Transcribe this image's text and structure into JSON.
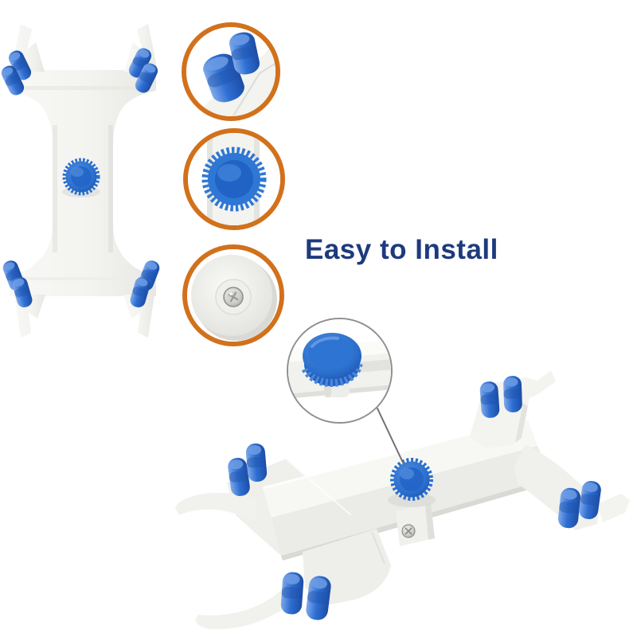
{
  "headline": {
    "text": "Easy to Install",
    "color": "#1e3a7e"
  },
  "palette": {
    "background": "#ffffff",
    "callout_ring_orange": "#d2711c",
    "callout_ring_gray": "#8f8f8f",
    "connector_line": "#707070",
    "plastic_white": "#f4f4f1",
    "plastic_shadow": "#e0e0dc",
    "peg_blue": "#2f6fd3",
    "peg_blue_dark": "#1c4da5",
    "peg_blue_light": "#7fa9e8",
    "knob_blue": "#2a6fce",
    "screw_silver": "#c6c6c2"
  },
  "figures": {
    "front_view": {
      "name": "clamp-front-view"
    },
    "perspective_view": {
      "name": "clamp-perspective-view"
    },
    "callouts": [
      {
        "name": "pegs-closeup",
        "ring": "orange"
      },
      {
        "name": "knob-front-closeup",
        "ring": "orange"
      },
      {
        "name": "knob-underside-screw-closeup",
        "ring": "orange"
      },
      {
        "name": "knob-3d-closeup",
        "ring": "gray"
      }
    ]
  }
}
